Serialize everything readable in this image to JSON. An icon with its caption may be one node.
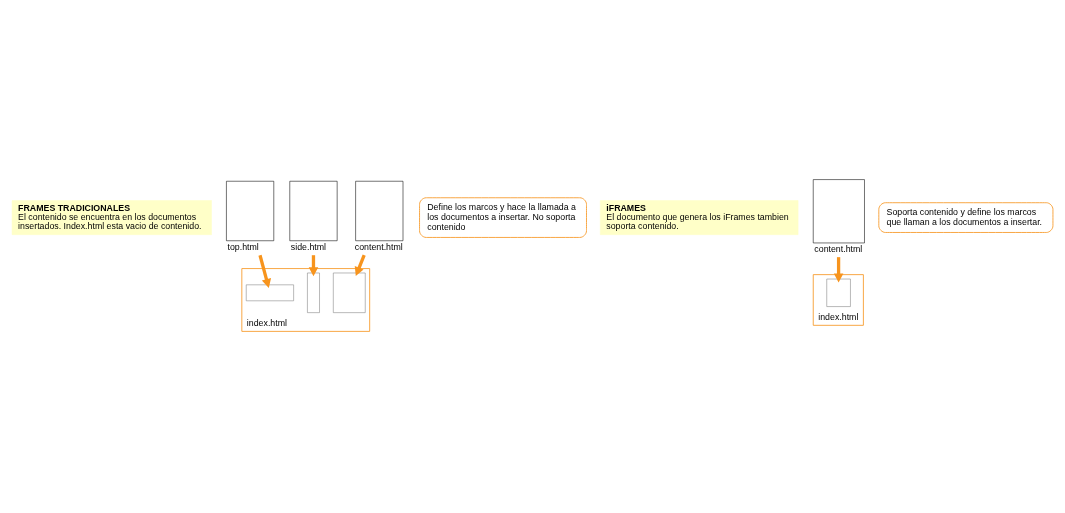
{
  "diagram": {
    "nodes": [
      {
        "text": [
          "FRAMES TRADICIONALES",
          "El contenido se encuentra en los documentos insertados. Index.html esta vacio de contenido."
        ]
      },
      {
        "text": [],
        "shape": "box",
        "beside": [
          "top.html"
        ]
      },
      {
        "text": [],
        "shape": "box",
        "beside": [
          "side.html"
        ]
      },
      {
        "text": [],
        "shape": "box",
        "beside": [
          "index.html"
        ]
      },
      {
        "text": [],
        "shape": "box",
        "in": 3
      },
      {
        "text": [],
        "shape": "box",
        "in": 3
      },
      {
        "text": [],
        "shape": "box",
        "in": 3
      },
      {
        "text": [],
        "shape": "box",
        "beside": [
          "content.html"
        ]
      },
      {
        "text": [
          "Define los marcos y hace la llamada a los documentos a insertar. No soporta contenido"
        ]
      },
      {
        "text": [
          "iFRAMES",
          "El documento que genera los iFrames tambien soporta contenido."
        ]
      },
      {
        "text": [],
        "shape": "box",
        "beside": [
          "index.html"
        ]
      },
      {
        "text": [],
        "shape": "box",
        "in": 10
      },
      {
        "text": [],
        "shape": "box",
        "beside": [
          "content.html"
        ]
      },
      {
        "text": [
          "Soporta contenido y define los marcos que llaman a los documentos a insertar."
        ]
      }
    ],
    "edges": [
      {
        "from": 1,
        "to": 4,
        "arrow": "to"
      },
      {
        "from": 2,
        "to": 5,
        "arrow": "to"
      },
      {
        "from": 7,
        "to": 6,
        "arrow": "to"
      },
      {
        "from": 12,
        "to": 11,
        "arrow": "to"
      }
    ]
  }
}
